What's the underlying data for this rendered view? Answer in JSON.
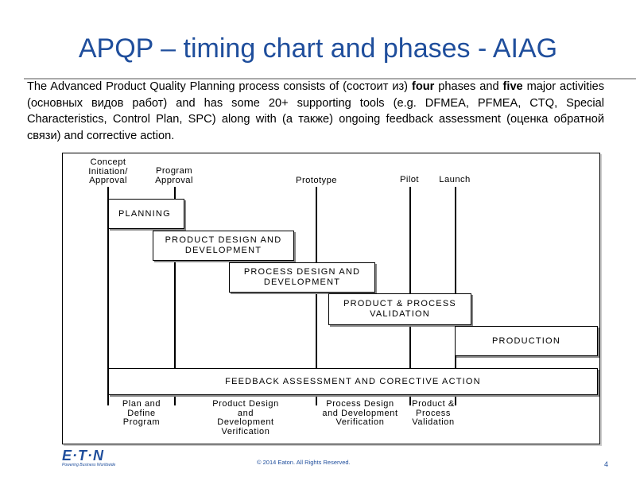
{
  "title": "APQP – timing chart and phases - AIAG",
  "intro": {
    "p1": "The Advanced Product Quality Planning process consists of (состоит из) ",
    "b1": "four",
    "p2": " phases and ",
    "b2": "five",
    "p3": " major activities (основных видов работ) and has some 20+ supporting tools (e.g. DFMEA, PFMEA, CTQ, Special Characteristics, Control Plan, SPC) along with (а также) ongoing feedback assessment (оценка обратной связи) and corrective action."
  },
  "milestones": [
    {
      "label": "Concept Initiation/ Approval"
    },
    {
      "label": "Program Approval"
    },
    {
      "label": "Prototype"
    },
    {
      "label": "Pilot"
    },
    {
      "label": "Launch"
    }
  ],
  "phases": [
    {
      "label": "PLANNING"
    },
    {
      "label": "PRODUCT DESIGN AND DEVELOPMENT"
    },
    {
      "label": "PROCESS DESIGN AND DEVELOPMENT"
    },
    {
      "label": "PRODUCT & PROCESS VALIDATION"
    },
    {
      "label": "PRODUCTION"
    },
    {
      "label": "FEEDBACK ASSESSMENT AND CORECTIVE ACTION"
    }
  ],
  "bottom_labels": [
    {
      "label": "Plan and Define Program"
    },
    {
      "label": "Product Design and Development Verification"
    },
    {
      "label": "Process Design and Development Verification"
    },
    {
      "label": "Product & Process Validation"
    }
  ],
  "footer": {
    "logo": "E·T·N",
    "logo_tagline": "Powering Business Worldwide",
    "copyright": "©    2014 Eaton. All Rights Reserved.",
    "page": "4"
  },
  "colors": {
    "title": "#1f4e9c",
    "footer": "#1f4e9c"
  }
}
